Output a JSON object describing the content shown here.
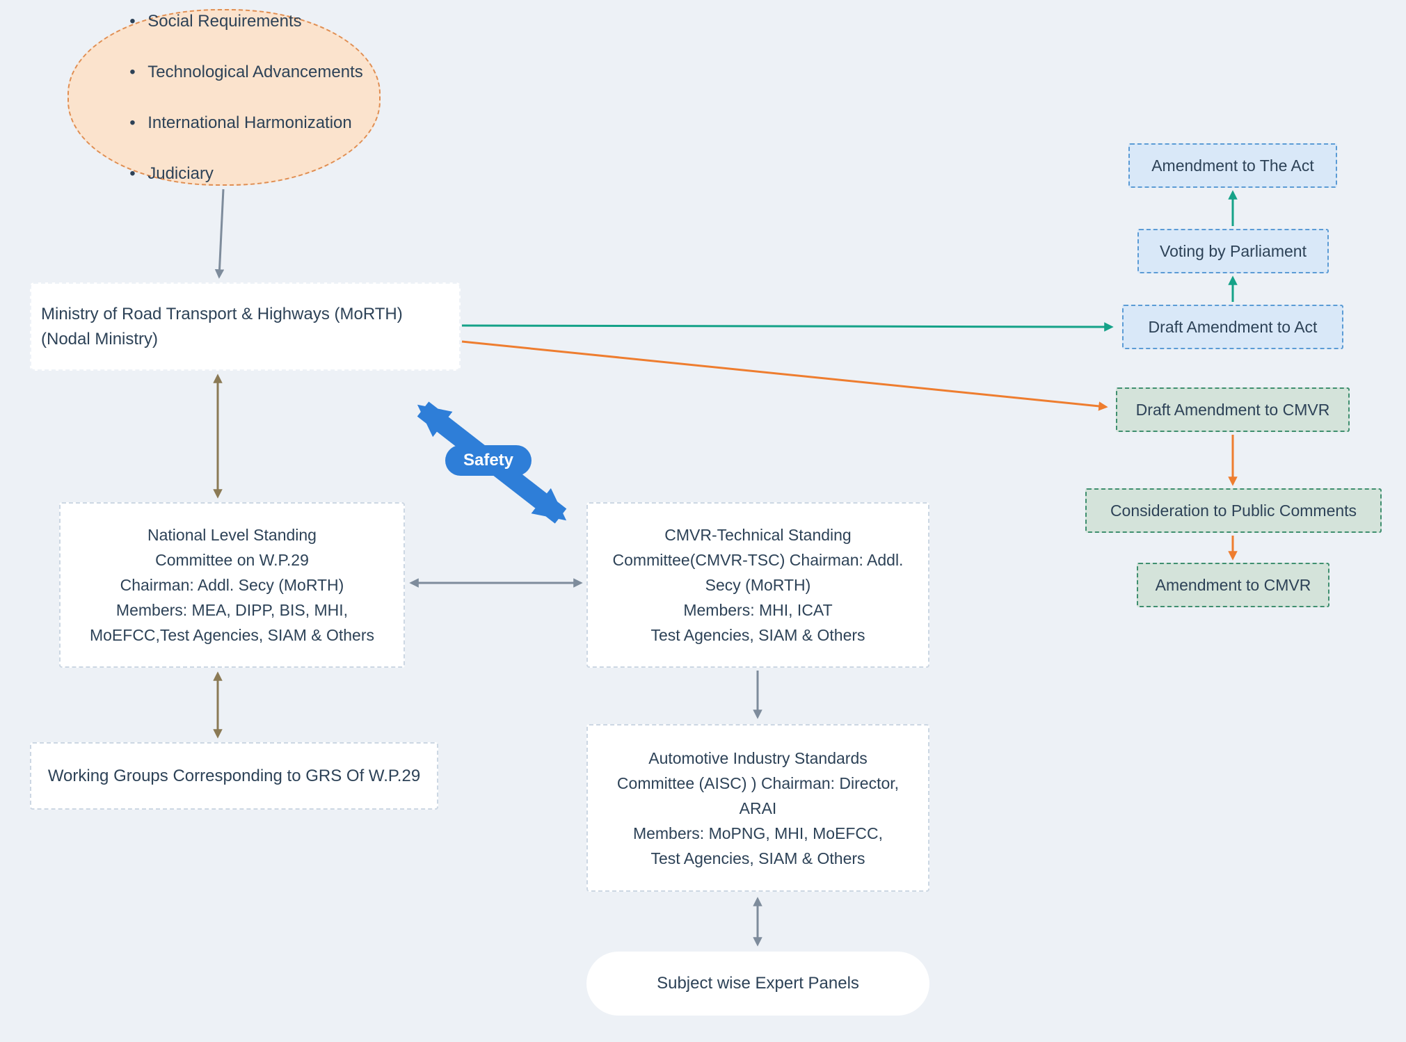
{
  "palette": {
    "background": "#edf1f6",
    "bubble_fill": "#fbe3cd",
    "bubble_border": "#e08e52",
    "blue_box_fill": "#d9e8f8",
    "blue_box_border": "#5b9bd5",
    "green_box_fill": "#d4e3da",
    "green_box_border": "#3f8f6f",
    "arrow_gray": "#7e8c9c",
    "arrow_teal": "#15a288",
    "arrow_orange": "#ee7d2f",
    "arrow_brown": "#8b7a55",
    "arrow_blue": "#2e7ed8",
    "text": "#2d4257"
  },
  "sources_bubble": {
    "items": [
      "Social Requirements",
      "Technological Advancements",
      "International Harmonization",
      "Judiciary"
    ]
  },
  "nodes": {
    "morth": "Ministry of Road Transport & Highways (MoRTH)\n(Nodal Ministry)",
    "national_committee": "National Level Standing\nCommittee on W.P.29\nChairman: Addl. Secy (MoRTH)\nMembers: MEA, DIPP, BIS, MHI,\nMoEFCC,Test Agencies, SIAM & Others",
    "working_groups": "Working Groups Corresponding to GRS Of W.P.29",
    "cmvr_tsc": "CMVR-Technical Standing\nCommittee(CMVR-TSC) Chairman: Addl.\nSecy (MoRTH)\nMembers: MHI, ICAT\nTest Agencies, SIAM & Others",
    "aisc": "Automotive Industry Standards\nCommittee (AISC) ) Chairman: Director,\nARAI\nMembers: MoPNG, MHI, MoEFCC,\nTest Agencies, SIAM & Others",
    "expert_panels": "Subject wise Expert Panels",
    "amendment_act": "Amendment to The Act",
    "voting_parliament": "Voting by Parliament",
    "draft_amendment_act": "Draft Amendment to Act",
    "draft_amendment_cmvr": "Draft Amendment to CMVR",
    "public_comments": "Consideration to Public Comments",
    "amendment_cmvr": "Amendment to CMVR",
    "safety_label": "Safety"
  }
}
